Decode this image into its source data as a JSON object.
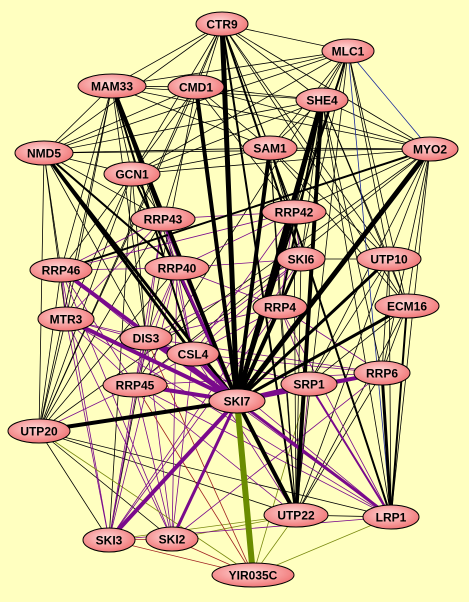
{
  "colors": {
    "background": "#ffffc0",
    "node_fill_center": "#ffd0d0",
    "node_fill_edge": "#f07070",
    "node_stroke": "#000000",
    "edge_default": "#000000",
    "edge_purple": "#7a0a8c",
    "edge_green": "#6a8c00",
    "edge_blue": "#1a2a9c",
    "edge_olive": "#7a8a10",
    "edge_red": "#a02020"
  },
  "nodes": [
    {
      "id": "CTR9",
      "label": "CTR9"
    },
    {
      "id": "MLC1",
      "label": "MLC1"
    },
    {
      "id": "MAM33",
      "label": "MAM33"
    },
    {
      "id": "CMD1",
      "label": "CMD1"
    },
    {
      "id": "SHE4",
      "label": "SHE4"
    },
    {
      "id": "NMD5",
      "label": "NMD5"
    },
    {
      "id": "SAM1",
      "label": "SAM1"
    },
    {
      "id": "MYO2",
      "label": "MYO2"
    },
    {
      "id": "GCN1",
      "label": "GCN1"
    },
    {
      "id": "RRP42",
      "label": "RRP42"
    },
    {
      "id": "RRP43",
      "label": "RRP43"
    },
    {
      "id": "SKI6",
      "label": "SKI6"
    },
    {
      "id": "UTP10",
      "label": "UTP10"
    },
    {
      "id": "RRP46",
      "label": "RRP46"
    },
    {
      "id": "RRP40",
      "label": "RRP40"
    },
    {
      "id": "RRP4",
      "label": "RRP4"
    },
    {
      "id": "ECM16",
      "label": "ECM16"
    },
    {
      "id": "MTR3",
      "label": "MTR3"
    },
    {
      "id": "DIS3",
      "label": "DIS3"
    },
    {
      "id": "CSL4",
      "label": "CSL4"
    },
    {
      "id": "RRP6",
      "label": "RRP6"
    },
    {
      "id": "RRP45",
      "label": "RRP45"
    },
    {
      "id": "SKI7",
      "label": "SKI7"
    },
    {
      "id": "SRP1",
      "label": "SRP1"
    },
    {
      "id": "UTP20",
      "label": "UTP20"
    },
    {
      "id": "UTP22",
      "label": "UTP22"
    },
    {
      "id": "LRP1",
      "label": "LRP1"
    },
    {
      "id": "SKI3",
      "label": "SKI3"
    },
    {
      "id": "SKI2",
      "label": "SKI2"
    },
    {
      "id": "YIR035C",
      "label": "YIR035C"
    }
  ],
  "edges": [
    [
      "SKI7",
      "CTR9",
      "black",
      5
    ],
    [
      "SKI7",
      "SHE4",
      "black",
      5
    ],
    [
      "SKI7",
      "MYO2",
      "black",
      5
    ],
    [
      "SKI7",
      "MAM33",
      "black",
      4
    ],
    [
      "SKI7",
      "CMD1",
      "black",
      4
    ],
    [
      "SKI7",
      "SAM1",
      "black",
      4
    ],
    [
      "SKI7",
      "NMD5",
      "black",
      3
    ],
    [
      "SKI7",
      "UTP20",
      "black",
      4
    ],
    [
      "SKI7",
      "UTP22",
      "black",
      4
    ],
    [
      "SKI7",
      "RRP4",
      "black",
      4
    ],
    [
      "SKI7",
      "SKI6",
      "black",
      3
    ],
    [
      "SKI7",
      "UTP10",
      "black",
      3
    ],
    [
      "SKI7",
      "ECM16",
      "black",
      3
    ],
    [
      "SKI7",
      "MLC1",
      "black",
      2
    ],
    [
      "SKI7",
      "RRP42",
      "black",
      3
    ],
    [
      "SKI7",
      "GCN1",
      "black",
      2
    ],
    [
      "SKI7",
      "YIR035C",
      "green",
      6
    ],
    [
      "SKI7",
      "RRP46",
      "purple",
      4
    ],
    [
      "SKI7",
      "MTR3",
      "purple",
      4
    ],
    [
      "SKI7",
      "DIS3",
      "purple",
      4
    ],
    [
      "SKI7",
      "CSL4",
      "purple",
      4
    ],
    [
      "SKI7",
      "RRP45",
      "purple",
      4
    ],
    [
      "SKI7",
      "RRP6",
      "purple",
      4
    ],
    [
      "SKI7",
      "SRP1",
      "purple",
      4
    ],
    [
      "SKI7",
      "LRP1",
      "purple",
      3
    ],
    [
      "SKI7",
      "SKI3",
      "purple",
      4
    ],
    [
      "SKI7",
      "SKI2",
      "purple",
      3
    ],
    [
      "SKI7",
      "RRP43",
      "purple",
      3
    ],
    [
      "SKI7",
      "RRP40",
      "purple",
      3
    ],
    [
      "SHE4",
      "UTP22",
      "black",
      4
    ],
    [
      "SHE4",
      "RRP4",
      "black",
      2
    ],
    [
      "SAM1",
      "LRP1",
      "black",
      2
    ],
    [
      "CMD1",
      "SKI3",
      "black",
      1
    ],
    [
      "NMD5",
      "CSL4",
      "black",
      3
    ],
    [
      "NMD5",
      "RRP40",
      "black",
      2
    ],
    [
      "MAM33",
      "RRP43",
      "black",
      3
    ],
    [
      "MAM33",
      "CSL4",
      "black",
      2
    ],
    [
      "CTR9",
      "UTP22",
      "black",
      2
    ],
    [
      "CTR9",
      "SKI6",
      "black",
      2
    ],
    [
      "MYO2",
      "RRP46",
      "black",
      2
    ],
    [
      "MYO2",
      "UTP20",
      "black",
      1
    ],
    [
      "MYO2",
      "RRP45",
      "black",
      1
    ],
    [
      "MLC1",
      "MYO2",
      "blue",
      1
    ],
    [
      "MLC1",
      "RRP45",
      "black",
      1
    ],
    [
      "RRP6",
      "LRP1",
      "black",
      3
    ],
    [
      "ECM16",
      "LRP1",
      "black",
      2
    ],
    [
      "UTP10",
      "LRP1",
      "black",
      1
    ],
    [
      "SRP1",
      "LRP1",
      "purple",
      2
    ],
    [
      "UTP20",
      "LRP1",
      "black",
      1
    ],
    [
      "GCN1",
      "SKI3",
      "black",
      1
    ],
    [
      "CTR9",
      "MLC1",
      "black",
      1
    ],
    [
      "CTR9",
      "MAM33",
      "black",
      1
    ],
    [
      "CTR9",
      "CMD1",
      "black",
      1
    ],
    [
      "CTR9",
      "SHE4",
      "black",
      1
    ],
    [
      "CTR9",
      "SAM1",
      "black",
      1
    ],
    [
      "CTR9",
      "NMD5",
      "black",
      1
    ],
    [
      "CTR9",
      "MYO2",
      "black",
      1
    ],
    [
      "CTR9",
      "GCN1",
      "black",
      1
    ],
    [
      "CTR9",
      "RRP42",
      "black",
      1
    ],
    [
      "CTR9",
      "UTP10",
      "black",
      1
    ],
    [
      "CTR9",
      "RRP43",
      "black",
      1
    ],
    [
      "MLC1",
      "CMD1",
      "black",
      1
    ],
    [
      "MLC1",
      "SAM1",
      "black",
      1
    ],
    [
      "MLC1",
      "SHE4",
      "black",
      1
    ],
    [
      "MLC1",
      "MAM33",
      "black",
      1
    ],
    [
      "MLC1",
      "NMD5",
      "black",
      1
    ],
    [
      "MLC1",
      "GCN1",
      "black",
      1
    ],
    [
      "MLC1",
      "SKI6",
      "black",
      1
    ],
    [
      "MLC1",
      "UTP10",
      "black",
      1
    ],
    [
      "MLC1",
      "ECM16",
      "black",
      1
    ],
    [
      "MLC1",
      "RRP42",
      "black",
      1
    ],
    [
      "MAM33",
      "CMD1",
      "black",
      1
    ],
    [
      "MAM33",
      "NMD5",
      "black",
      1
    ],
    [
      "MAM33",
      "SAM1",
      "black",
      1
    ],
    [
      "MAM33",
      "SHE4",
      "black",
      1
    ],
    [
      "MAM33",
      "GCN1",
      "black",
      1
    ],
    [
      "MAM33",
      "RRP46",
      "black",
      1
    ],
    [
      "MAM33",
      "RRP40",
      "black",
      1
    ],
    [
      "MAM33",
      "MTR3",
      "black",
      1
    ],
    [
      "MAM33",
      "DIS3",
      "black",
      1
    ],
    [
      "MAM33",
      "MYO2",
      "black",
      1
    ],
    [
      "CMD1",
      "SHE4",
      "black",
      1
    ],
    [
      "CMD1",
      "SAM1",
      "black",
      1
    ],
    [
      "CMD1",
      "NMD5",
      "black",
      1
    ],
    [
      "CMD1",
      "GCN1",
      "black",
      1
    ],
    [
      "CMD1",
      "MYO2",
      "black",
      1
    ],
    [
      "CMD1",
      "RRP42",
      "black",
      1
    ],
    [
      "SHE4",
      "SAM1",
      "black",
      1
    ],
    [
      "SHE4",
      "MYO2",
      "black",
      1
    ],
    [
      "SHE4",
      "NMD5",
      "black",
      1
    ],
    [
      "SHE4",
      "GCN1",
      "black",
      1
    ],
    [
      "SHE4",
      "RRP42",
      "black",
      1
    ],
    [
      "SHE4",
      "SKI6",
      "black",
      1
    ],
    [
      "SHE4",
      "UTP10",
      "black",
      1
    ],
    [
      "SHE4",
      "ECM16",
      "black",
      1
    ],
    [
      "NMD5",
      "SAM1",
      "black",
      1
    ],
    [
      "NMD5",
      "GCN1",
      "black",
      1
    ],
    [
      "NMD5",
      "RRP46",
      "black",
      1
    ],
    [
      "NMD5",
      "MTR3",
      "black",
      1
    ],
    [
      "NMD5",
      "UTP20",
      "black",
      1
    ],
    [
      "NMD5",
      "RRP43",
      "black",
      1
    ],
    [
      "NMD5",
      "DIS3",
      "black",
      1
    ],
    [
      "NMD5",
      "MYO2",
      "black",
      1
    ],
    [
      "SAM1",
      "MYO2",
      "black",
      1
    ],
    [
      "SAM1",
      "GCN1",
      "black",
      1
    ],
    [
      "SAM1",
      "RRP42",
      "black",
      1
    ],
    [
      "SAM1",
      "SKI6",
      "black",
      1
    ],
    [
      "SAM1",
      "RRP4",
      "black",
      1
    ],
    [
      "SAM1",
      "UTP10",
      "black",
      1
    ],
    [
      "MYO2",
      "ECM16",
      "black",
      1
    ],
    [
      "MYO2",
      "UTP10",
      "black",
      1
    ],
    [
      "MYO2",
      "RRP6",
      "black",
      1
    ],
    [
      "MYO2",
      "SRP1",
      "black",
      1
    ],
    [
      "MYO2",
      "LRP1",
      "black",
      1
    ],
    [
      "MYO2",
      "RRP42",
      "black",
      1
    ],
    [
      "MYO2",
      "GCN1",
      "black",
      1
    ],
    [
      "GCN1",
      "RRP43",
      "black",
      1
    ],
    [
      "GCN1",
      "RRP46",
      "black",
      1
    ],
    [
      "GCN1",
      "RRP40",
      "black",
      1
    ],
    [
      "GCN1",
      "DIS3",
      "black",
      1
    ],
    [
      "GCN1",
      "MTR3",
      "black",
      1
    ],
    [
      "RRP42",
      "RRP43",
      "purple",
      1
    ],
    [
      "RRP42",
      "SKI6",
      "purple",
      1
    ],
    [
      "RRP42",
      "RRP4",
      "purple",
      1
    ],
    [
      "RRP42",
      "RRP40",
      "purple",
      1
    ],
    [
      "RRP42",
      "CSL4",
      "purple",
      1
    ],
    [
      "RRP42",
      "RRP46",
      "purple",
      1
    ],
    [
      "RRP43",
      "RRP40",
      "purple",
      1
    ],
    [
      "RRP43",
      "DIS3",
      "purple",
      1
    ],
    [
      "RRP43",
      "RRP46",
      "purple",
      1
    ],
    [
      "RRP43",
      "MTR3",
      "purple",
      1
    ],
    [
      "RRP43",
      "CSL4",
      "purple",
      1
    ],
    [
      "RRP43",
      "RRP45",
      "purple",
      1
    ],
    [
      "SKI6",
      "RRP4",
      "purple",
      1
    ],
    [
      "SKI6",
      "RRP40",
      "purple",
      1
    ],
    [
      "SKI6",
      "CSL4",
      "purple",
      1
    ],
    [
      "SKI6",
      "DIS3",
      "purple",
      1
    ],
    [
      "SKI6",
      "RRP45",
      "purple",
      1
    ],
    [
      "SKI6",
      "UTP10",
      "black",
      1
    ],
    [
      "RRP46",
      "RRP40",
      "purple",
      1
    ],
    [
      "RRP46",
      "MTR3",
      "purple",
      1
    ],
    [
      "RRP46",
      "DIS3",
      "purple",
      1
    ],
    [
      "RRP46",
      "RRP45",
      "purple",
      1
    ],
    [
      "RRP40",
      "RRP4",
      "purple",
      1
    ],
    [
      "RRP40",
      "DIS3",
      "purple",
      1
    ],
    [
      "RRP40",
      "CSL4",
      "purple",
      1
    ],
    [
      "RRP40",
      "RRP45",
      "purple",
      1
    ],
    [
      "RRP4",
      "CSL4",
      "purple",
      1
    ],
    [
      "RRP4",
      "DIS3",
      "purple",
      1
    ],
    [
      "RRP4",
      "RRP6",
      "purple",
      1
    ],
    [
      "MTR3",
      "DIS3",
      "purple",
      1
    ],
    [
      "MTR3",
      "RRP45",
      "purple",
      1
    ],
    [
      "MTR3",
      "CSL4",
      "purple",
      1
    ],
    [
      "DIS3",
      "CSL4",
      "purple",
      1
    ],
    [
      "DIS3",
      "RRP45",
      "purple",
      1
    ],
    [
      "DIS3",
      "RRP6",
      "purple",
      1
    ],
    [
      "CSL4",
      "RRP45",
      "purple",
      1
    ],
    [
      "CSL4",
      "RRP6",
      "purple",
      1
    ],
    [
      "RRP45",
      "RRP6",
      "purple",
      1
    ],
    [
      "UTP10",
      "ECM16",
      "black",
      1
    ],
    [
      "UTP10",
      "RRP6",
      "black",
      1
    ],
    [
      "UTP10",
      "UTP22",
      "black",
      1
    ],
    [
      "UTP10",
      "SRP1",
      "black",
      1
    ],
    [
      "ECM16",
      "RRP6",
      "black",
      1
    ],
    [
      "ECM16",
      "UTP22",
      "black",
      1
    ],
    [
      "ECM16",
      "SRP1",
      "black",
      1
    ],
    [
      "UTP20",
      "UTP22",
      "black",
      1
    ],
    [
      "UTP20",
      "RRP46",
      "black",
      1
    ],
    [
      "UTP20",
      "MTR3",
      "black",
      1
    ],
    [
      "UTP20",
      "SKI3",
      "black",
      1
    ],
    [
      "UTP20",
      "SKI2",
      "black",
      1
    ],
    [
      "UTP20",
      "RRP45",
      "purple",
      1
    ],
    [
      "UTP22",
      "LRP1",
      "black",
      1
    ],
    [
      "UTP22",
      "SKI3",
      "olive",
      1
    ],
    [
      "UTP22",
      "SKI2",
      "olive",
      1
    ],
    [
      "UTP22",
      "YIR035C",
      "olive",
      1
    ],
    [
      "SKI3",
      "SKI2",
      "red",
      1
    ],
    [
      "SKI3",
      "YIR035C",
      "red",
      1
    ],
    [
      "SKI2",
      "YIR035C",
      "red",
      1
    ],
    [
      "LRP1",
      "YIR035C",
      "olive",
      1
    ],
    [
      "SKI3",
      "RRP45",
      "purple",
      1
    ],
    [
      "SKI3",
      "MTR3",
      "purple",
      1
    ],
    [
      "SKI3",
      "DIS3",
      "purple",
      1
    ],
    [
      "SKI2",
      "RRP45",
      "purple",
      1
    ],
    [
      "SKI2",
      "CSL4",
      "purple",
      1
    ],
    [
      "SKI2",
      "DIS3",
      "purple",
      1
    ],
    [
      "SKI3",
      "RRP46",
      "purple",
      1
    ],
    [
      "SKI2",
      "MTR3",
      "purple",
      1
    ],
    [
      "YIR035C",
      "RRP45",
      "red",
      1
    ],
    [
      "YIR035C",
      "DIS3",
      "red",
      1
    ],
    [
      "YIR035C",
      "SRP1",
      "olive",
      1
    ],
    [
      "YIR035C",
      "UTP20",
      "olive",
      1
    ],
    [
      "LRP1",
      "RRP4",
      "purple",
      1
    ],
    [
      "LRP1",
      "RRP45",
      "purple",
      1
    ],
    [
      "LRP1",
      "CSL4",
      "purple",
      1
    ],
    [
      "LRP1",
      "SKI3",
      "purple",
      1
    ],
    [
      "SRP1",
      "RRP6",
      "purple",
      1
    ],
    [
      "SRP1",
      "RRP4",
      "purple",
      1
    ],
    [
      "SRP1",
      "CSL4",
      "purple",
      1
    ],
    [
      "SRP1",
      "UTP22",
      "purple",
      1
    ],
    [
      "RRP6",
      "UTP22",
      "black",
      1
    ],
    [
      "RRP6",
      "SKI2",
      "purple",
      1
    ],
    [
      "RRP46",
      "SKI2",
      "purple",
      1
    ],
    [
      "MTR3",
      "LRP1",
      "purple",
      1
    ],
    [
      "UTP20",
      "RRP43",
      "black",
      1
    ],
    [
      "UTP20",
      "RRP40",
      "black",
      1
    ],
    [
      "UTP20",
      "GCN1",
      "black",
      1
    ],
    [
      "UTP20",
      "MAM33",
      "black",
      1
    ],
    [
      "UTP20",
      "CMD1",
      "black",
      1
    ],
    [
      "UTP20",
      "CTR9",
      "black",
      1
    ],
    [
      "UTP22",
      "RRP4",
      "black",
      1
    ],
    [
      "UTP22",
      "SKI6",
      "black",
      1
    ],
    [
      "UTP22",
      "RRP42",
      "black",
      1
    ],
    [
      "UTP22",
      "SAM1",
      "black",
      1
    ],
    [
      "UTP22",
      "MLC1",
      "black",
      1
    ],
    [
      "LRP1",
      "MLC1",
      "blue",
      1
    ],
    [
      "LRP1",
      "SHE4",
      "black",
      1
    ],
    [
      "RRP6",
      "SHE4",
      "black",
      1
    ],
    [
      "ECM16",
      "SAM1",
      "black",
      1
    ],
    [
      "ECM16",
      "CTR9",
      "black",
      1
    ],
    [
      "SKI3",
      "RRP40",
      "purple",
      1
    ],
    [
      "SKI2",
      "RRP40",
      "purple",
      1
    ],
    [
      "CSL4",
      "UTP22",
      "purple",
      1
    ],
    [
      "RRP45",
      "UTP22",
      "purple",
      1
    ],
    [
      "DIS3",
      "LRP1",
      "purple",
      1
    ],
    [
      "RRP4",
      "SKI2",
      "purple",
      1
    ],
    [
      "RRP4",
      "SKI3",
      "purple",
      1
    ],
    [
      "SKI6",
      "SKI3",
      "purple",
      1
    ]
  ]
}
